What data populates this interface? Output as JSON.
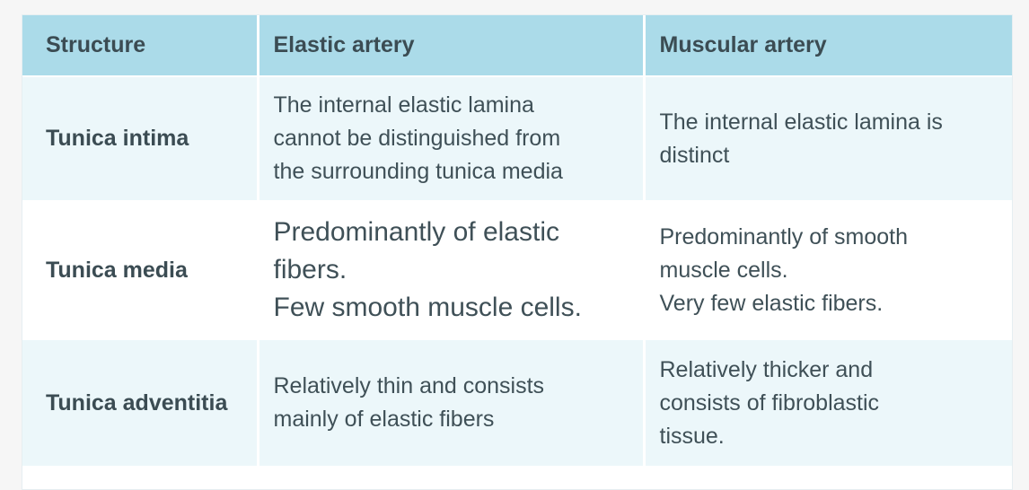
{
  "table": {
    "headers": [
      "Structure",
      "Elastic artery",
      "Muscular artery"
    ],
    "rows": [
      {
        "structure": "Tunica intima",
        "elastic": "The internal elastic lamina\ncannot be distinguished from\nthe surrounding tunica media",
        "muscular": "The internal elastic lamina is\ndistinct"
      },
      {
        "structure": "Tunica media",
        "elastic": "Predominantly of elastic\nfibers.\nFew smooth muscle cells.",
        "muscular": "Predominantly of smooth\nmuscle cells.\nVery few elastic fibers."
      },
      {
        "structure": "Tunica adventitia",
        "elastic": "Relatively thin and consists\nmainly of elastic fibers",
        "muscular": "Relatively thicker and\nconsists of fibroblastic\ntissue."
      }
    ]
  },
  "colors": {
    "header_bg": "#abdbe9",
    "row_alt_bg": "#ecf7fa",
    "text": "#3f5057"
  }
}
